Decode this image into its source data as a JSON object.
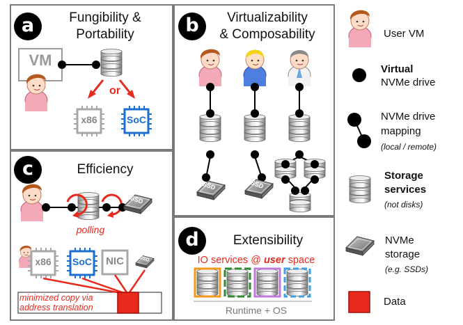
{
  "panels": {
    "a": {
      "letter": "a",
      "title_line1": "Fungibility &",
      "title_line2": "Portability",
      "vm_label": "VM",
      "or_label": "or",
      "chip_x86": "x86",
      "chip_soc": "SoC"
    },
    "b": {
      "letter": "b",
      "title_line1": "Virtualizability",
      "title_line2": "& Composability",
      "ssd_label": "SSD"
    },
    "c": {
      "letter": "c",
      "title": "Efficiency",
      "polling": "polling",
      "ssd_label": "SSD",
      "chip_x86": "x86",
      "chip_soc": "SoC",
      "chip_nic": "NIC",
      "ssd_small": "SSD",
      "note_line1": "minimized copy via",
      "note_line2": "address translation"
    },
    "d": {
      "letter": "d",
      "title": "Extensibility",
      "io_prefix": "IO services @ ",
      "io_bold": "user",
      "io_suffix": " space",
      "runtime": "Runtime + OS"
    }
  },
  "legend": {
    "user_vm": "User VM",
    "virtual_bold": "Virtual",
    "virtual_rest": "NVMe drive",
    "mapping_line1": "NVMe drive",
    "mapping_line2": "mapping",
    "mapping_note": "(local / remote)",
    "storage_line1": "Storage",
    "storage_line2": "services",
    "storage_note": "(not disks)",
    "nvme_line1": "NVMe",
    "nvme_line2": "storage",
    "nvme_note": "(e.g. SSDs)",
    "data": "Data"
  },
  "colors": {
    "accent_red": "#e8291c",
    "chip_blue": "#1a6fd1",
    "chip_gray": "#a8a8a8",
    "orange": "#f29a1b",
    "green": "#2e8b2e",
    "purple": "#c07ad8",
    "light_blue": "#3ea0e0"
  }
}
